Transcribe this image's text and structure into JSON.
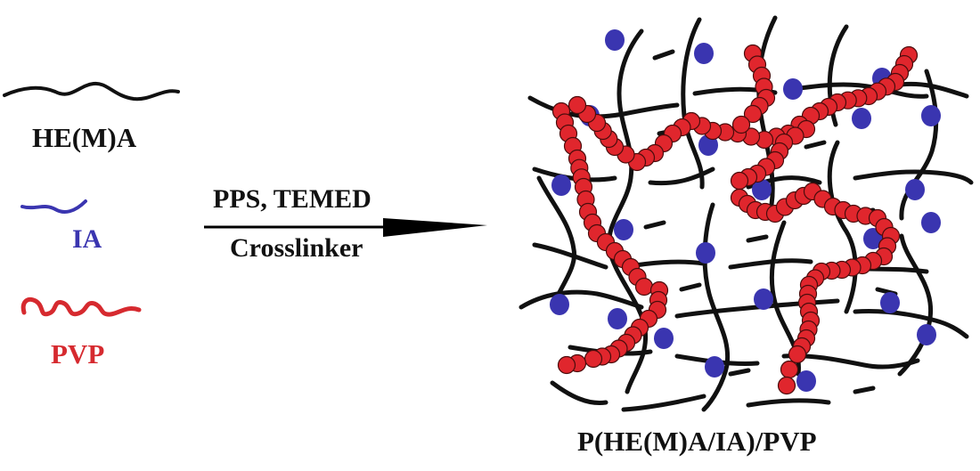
{
  "legend": {
    "hema_label": "HE(M)A",
    "ia_label": "IA",
    "pvp_label": "PVP"
  },
  "reaction": {
    "conditions_top": "PPS, TEMED",
    "conditions_bottom": "Crosslinker"
  },
  "product": {
    "label": "P(HE(M)A/IA)/PVP"
  },
  "colors": {
    "hema": "#111111",
    "ia": "#3a35b0",
    "pvp": "#d62a2f",
    "bead_fill": "#e0262d",
    "bead_stroke": "#4a0c0c"
  }
}
